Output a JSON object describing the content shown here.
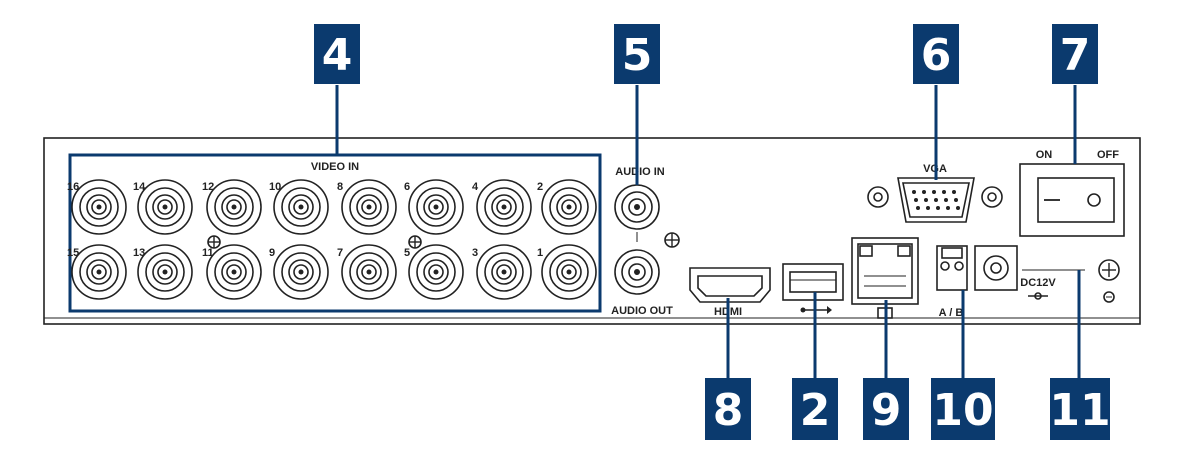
{
  "callouts": {
    "c4": "4",
    "c5": "5",
    "c6": "6",
    "c7": "7",
    "c8": "8",
    "c2": "2",
    "c9": "9",
    "c10": "10",
    "c11": "11"
  },
  "panel": {
    "video_in": "VIDEO IN",
    "audio_in": "AUDIO IN",
    "audio_out": "AUDIO OUT",
    "vga": "VGA",
    "on": "ON",
    "off": "OFF",
    "hdmi": "HDMI",
    "ab": "A / B",
    "dc": "DC12V"
  },
  "channels_top": [
    "16",
    "14",
    "12",
    "10",
    "8",
    "6",
    "4",
    "2"
  ],
  "channels_bottom": [
    "15",
    "13",
    "11",
    "9",
    "7",
    "5",
    "3",
    "1"
  ],
  "colors": {
    "callout": "#0b3a6e",
    "outline": "#222222"
  }
}
